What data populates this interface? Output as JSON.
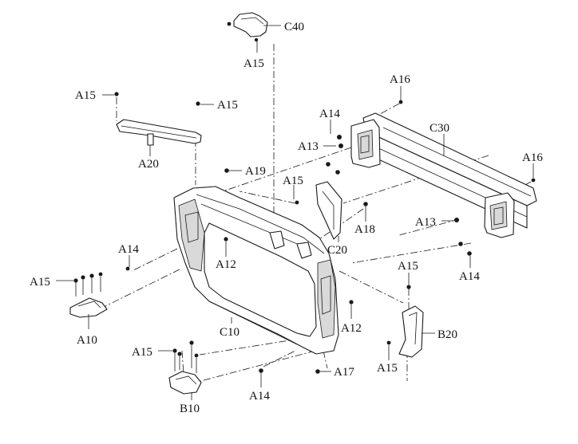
{
  "labels": {
    "c40": "C40",
    "a15_top": "A15",
    "a15_a20_left": "A15",
    "a15_a20_right": "A15",
    "a20": "A20",
    "a16_top": "A16",
    "a14_c30": "A14",
    "a13_c30": "A13",
    "c30": "C30",
    "a16_right": "A16",
    "a19": "A19",
    "a15_c20": "A15",
    "a18": "A18",
    "a13_right": "A13",
    "c20": "C20",
    "a14_left": "A14",
    "a12_center": "A12",
    "a14_right": "A14",
    "a15_a10": "A15",
    "a10": "A10",
    "a15_b20_top": "A15",
    "a12_right": "A12",
    "c10": "C10",
    "b20": "B20",
    "a15_b20_bottom": "A15",
    "a15_b10": "A15",
    "a17": "A17",
    "a14_bottom": "A14",
    "b10": "B10"
  }
}
